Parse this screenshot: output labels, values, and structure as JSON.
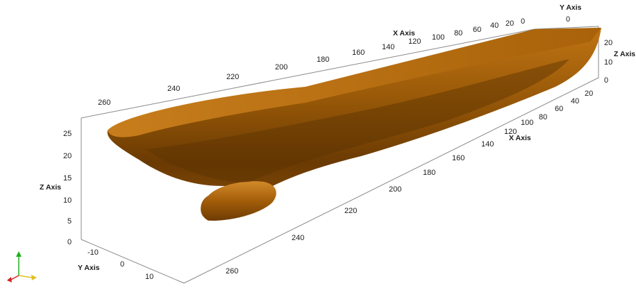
{
  "axes": {
    "x_top": {
      "title": "X Axis",
      "ticks": [
        "0",
        "20",
        "40",
        "60",
        "80",
        "100",
        "120",
        "140",
        "160",
        "180",
        "200",
        "220",
        "240",
        "260"
      ]
    },
    "x_right": {
      "title": "X Axis",
      "ticks": [
        "20",
        "40",
        "60",
        "80",
        "100",
        "120",
        "140",
        "160",
        "180",
        "200",
        "220",
        "240",
        "260"
      ]
    },
    "y_top": {
      "title": "Y Axis",
      "ticks": [
        "0"
      ]
    },
    "y_bottom": {
      "title": "Y Axis",
      "ticks": [
        "-10",
        "0",
        "10"
      ]
    },
    "z_left": {
      "title": "Z Axis",
      "ticks": [
        "0",
        "5",
        "10",
        "15",
        "20",
        "25"
      ]
    },
    "z_right": {
      "title": "Z Axis",
      "ticks": [
        "0",
        "10",
        "20"
      ]
    }
  },
  "colors": {
    "hull_light": "#c87a14",
    "hull_mid": "#a65e08",
    "hull_dark": "#5e3402",
    "deck": "#b0670d",
    "axes_line": "#777777",
    "orient_x": "#d62020",
    "orient_y": "#e0c020",
    "orient_z": "#20b020"
  }
}
